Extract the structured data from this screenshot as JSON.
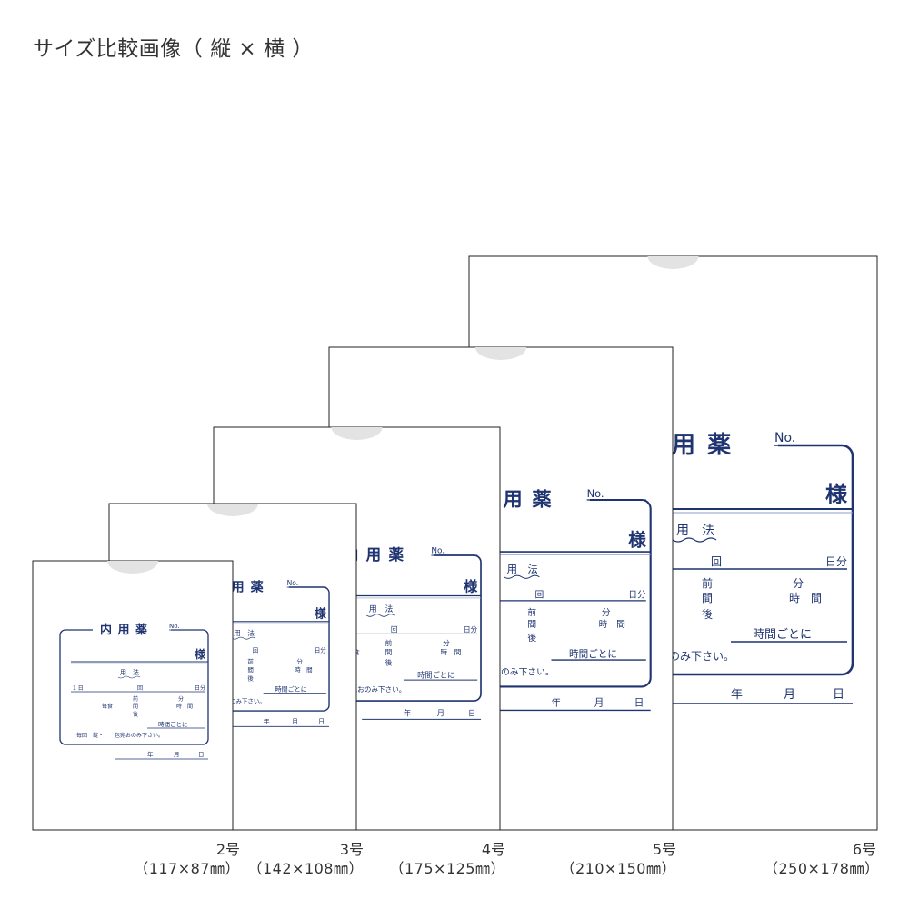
{
  "title": "サイズ比較画像（ 縦 × 横 ）",
  "label": {
    "heading": "内 用 薬",
    "no": "No.",
    "sama": "様",
    "youhou": "用　法",
    "day1": "1 日",
    "kai": "回",
    "nichibun": "日分",
    "shokuzen_mae": "前",
    "shoku": "毎食",
    "aida": "間",
    "ato": "後",
    "fun": "分",
    "jikan": "時　間",
    "jikangotoni": "時間ごとに",
    "footer": "毎回　錠・　　包宛おのみ下さい。",
    "footer_crop": "宛おのみ下さい。",
    "nen": "年",
    "tsuki": "月",
    "hi": "日",
    "naiyou_crop": "用　薬"
  },
  "bags": [
    {
      "size": "2号",
      "dims": "（117×87㎜）"
    },
    {
      "size": "3号",
      "dims": "（142×108㎜）"
    },
    {
      "size": "4号",
      "dims": "（175×125㎜）"
    },
    {
      "size": "5号",
      "dims": "（210×150㎜）"
    },
    {
      "size": "6号",
      "dims": "（250×178㎜）"
    }
  ],
  "colors": {
    "ink": "#1f3470",
    "outline": "#222222",
    "notch": "#e3e3e3",
    "rule": "#8ea0c8"
  }
}
